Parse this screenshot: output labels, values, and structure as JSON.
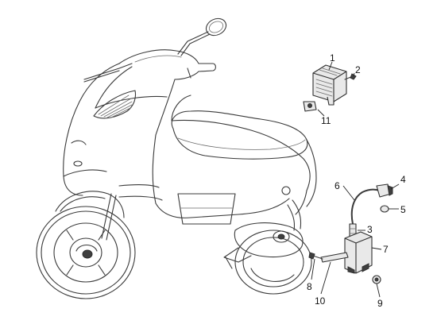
{
  "callouts": {
    "c1": "1",
    "c2": "2",
    "c3": "3",
    "c4": "4",
    "c5": "5",
    "c6": "6",
    "c7": "7",
    "c8": "8",
    "c9": "9",
    "c10": "10",
    "c11": "11"
  },
  "colors": {
    "line": "#3a3a3a",
    "part_fill": "#e9e9e9",
    "background": "#ffffff"
  }
}
